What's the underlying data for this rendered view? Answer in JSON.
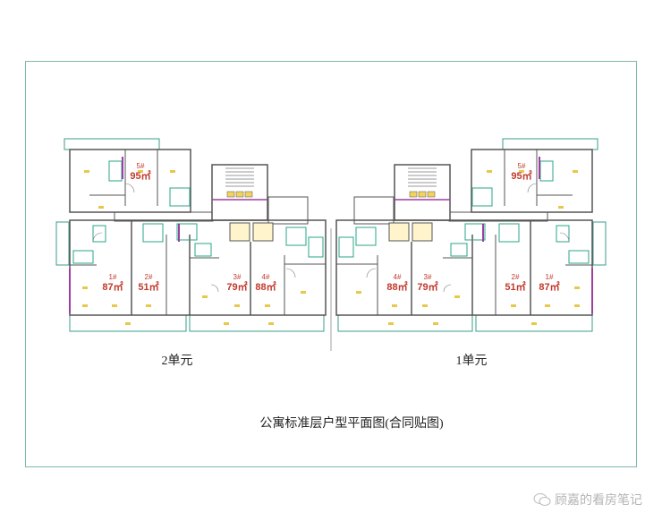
{
  "units_left": {
    "caption": "2单元",
    "apartments": [
      {
        "no": "5#",
        "area": "95㎡"
      },
      {
        "no": "1#",
        "area": "87㎡"
      },
      {
        "no": "2#",
        "area": "51㎡"
      },
      {
        "no": "3#",
        "area": "79㎡"
      },
      {
        "no": "4#",
        "area": "88㎡"
      }
    ]
  },
  "units_right": {
    "caption": "1单元",
    "apartments": [
      {
        "no": "5#",
        "area": "95㎡"
      },
      {
        "no": "1#",
        "area": "87㎡"
      },
      {
        "no": "2#",
        "area": "51㎡"
      },
      {
        "no": "3#",
        "area": "79㎡"
      },
      {
        "no": "4#",
        "area": "88㎡"
      }
    ]
  },
  "title": "公寓标准层户型平面图(合同贴图)",
  "watermark": "顾嘉的看房笔记",
  "colors": {
    "wall": "#555555",
    "fixture": "#2aa58a",
    "accent": "#9b3fa0",
    "label": "#c0392b",
    "frame": "#7fb8b0"
  }
}
